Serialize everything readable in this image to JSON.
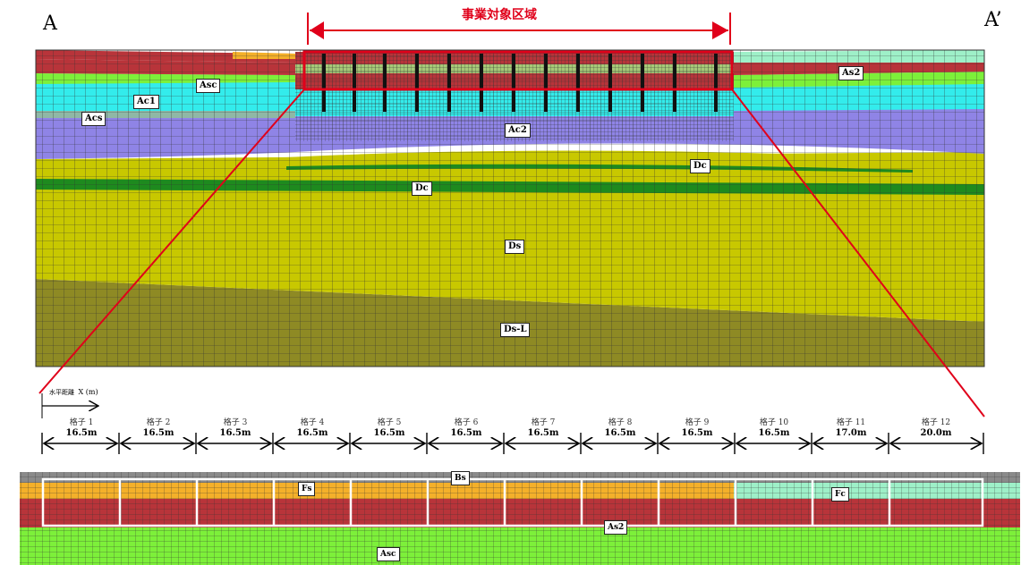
{
  "header": {
    "section_start": "A",
    "section_end": "A’",
    "target_area": "事業対象区域"
  },
  "colors": {
    "Fs": "#f4b02a",
    "As2": "#b8343a",
    "Asc": "#7df03a",
    "Ac1": "#33ecec",
    "Acs": "#8fb8a6",
    "Ac2": "#8f84e6",
    "Dc": "#1e8a1e",
    "Ds": "#c8c800",
    "Ds-L": "#8e8a24",
    "Fc": "#9ef0c8",
    "highlight": "#e0001a",
    "mesh": "#333333"
  },
  "upper_section": {
    "labels": [
      "Asc",
      "Ac1",
      "Acs",
      "As2",
      "Ac2",
      "Dc",
      "Dc",
      "Ds",
      "Ds-L"
    ]
  },
  "axis": {
    "label": "水平距離",
    "var": "X (m)"
  },
  "cells": [
    {
      "name": "格子 1",
      "width": "16.5m"
    },
    {
      "name": "格子 2",
      "width": "16.5m"
    },
    {
      "name": "格子 3",
      "width": "16.5m"
    },
    {
      "name": "格子 4",
      "width": "16.5m"
    },
    {
      "name": "格子 5",
      "width": "16.5m"
    },
    {
      "name": "格子 6",
      "width": "16.5m"
    },
    {
      "name": "格子 7",
      "width": "16.5m"
    },
    {
      "name": "格子 8",
      "width": "16.5m"
    },
    {
      "name": "格子 9",
      "width": "16.5m"
    },
    {
      "name": "格子 10",
      "width": "16.5m"
    },
    {
      "name": "格子 11",
      "width": "17.0m"
    },
    {
      "name": "格子 12",
      "width": "20.0m"
    }
  ],
  "lower_section": {
    "labels": [
      "Fs",
      "Bs",
      "Fc",
      "As2",
      "Asc"
    ]
  }
}
